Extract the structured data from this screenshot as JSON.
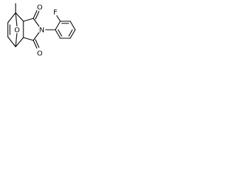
{
  "molecule": {
    "atoms": {
      "bridge_oxygen": "O",
      "carbonyl_oxygen_top": "O",
      "carbonyl_oxygen_bottom": "O",
      "imide_nitrogen": "N",
      "fluorine": "F"
    },
    "colors": {
      "bond": "#000000",
      "label": "#000000",
      "background": "#ffffff"
    }
  }
}
